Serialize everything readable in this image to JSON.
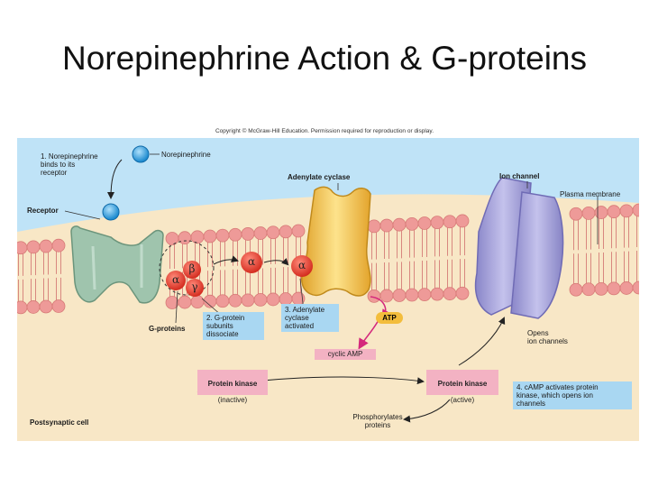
{
  "title": "Norepinephrine Action & G-proteins",
  "copyright": "Copyright © McGraw-Hill Education. Permission required for reproduction or display.",
  "labels": {
    "step1": "1. Norepinephrine\nbinds to its\nreceptor",
    "norepinephrine": "Norepinephrine",
    "receptor": "Receptor",
    "adenylate_cyclase": "Adenylate cyclase",
    "ion_channel": "Ion channel",
    "plasma_membrane": "Plasma membrane",
    "g_proteins": "G-proteins",
    "step2": "2. G-protein\nsubunits\ndissociate",
    "step3": "3. Adenylate\ncyclase\nactivated",
    "atp": "ATP",
    "cyclic_amp": "cyclic AMP",
    "protein_kinase_inactive_title": "Protein kinase",
    "protein_kinase_inactive_state": "(inactive)",
    "protein_kinase_active_title": "Protein kinase",
    "protein_kinase_active_state": "(active)",
    "opens_ion_channels": "Opens\nion channels",
    "step4": "4. cAMP activates protein\nkinase, which opens ion\nchannels",
    "phosphorylates": "Phosphorylates\nproteins",
    "postsynaptic_cell": "Postsynaptic cell"
  },
  "subunits": {
    "alpha": "α",
    "beta": "β",
    "gamma": "γ"
  },
  "colors": {
    "extracellular": "#bfe3f7",
    "cytoplasm": "#f8e7c6",
    "lipid_head": "#ee9a98",
    "receptor": "#9fc4ad",
    "adenylate_cyclase": "#f3bd3c",
    "ion_channel": "#a9a6dc",
    "g_protein": "#e03b2e",
    "ligand": "#2a9ad6",
    "label_pink": "#f3b2c3",
    "label_blue": "#a9d7f2",
    "arrow_magenta": "#d4287c"
  }
}
